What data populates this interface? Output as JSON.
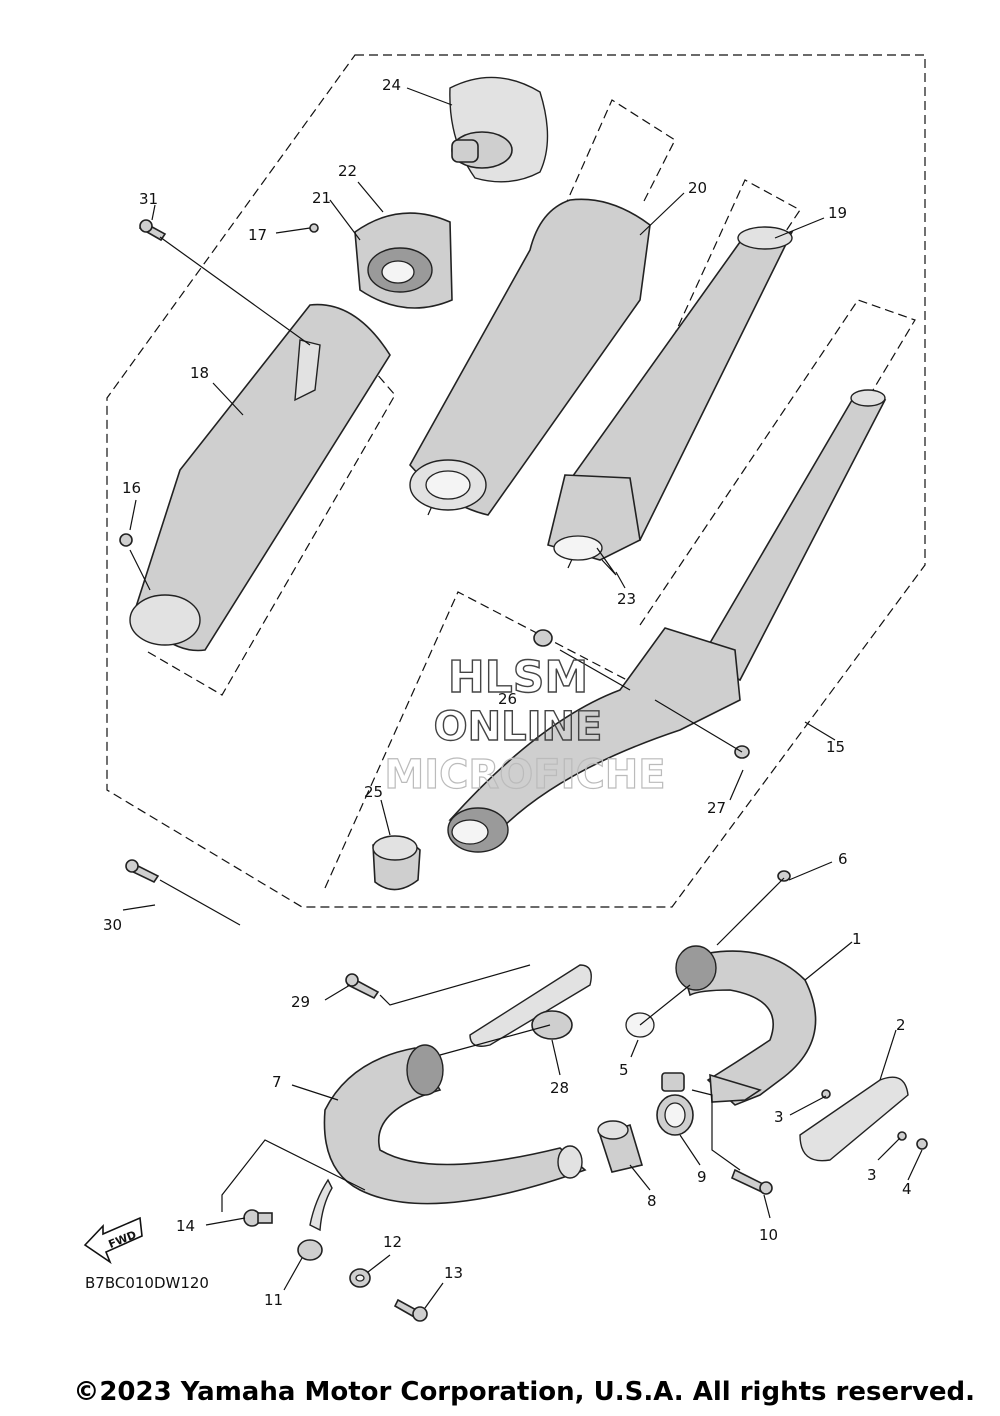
{
  "diagram_code": "B7BC010DW120",
  "fwd_label": "FWD",
  "watermark": [
    "HLSM",
    "ONLINE",
    "MICROFICHE"
  ],
  "copyright": "©2023 Yamaha Motor Corporation, U.S.A. All rights reserved.",
  "callouts": {
    "c1": "1",
    "c2": "2",
    "c3a": "3",
    "c3b": "3",
    "c4": "4",
    "c5": "5",
    "c6": "6",
    "c7": "7",
    "c8": "8",
    "c9": "9",
    "c10": "10",
    "c11": "11",
    "c12": "12",
    "c13": "13",
    "c14": "14",
    "c15": "15",
    "c16": "16",
    "c17": "17",
    "c18": "18",
    "c19": "19",
    "c20": "20",
    "c21": "21",
    "c22": "22",
    "c23": "23",
    "c24": "24",
    "c25": "25",
    "c26": "26",
    "c27": "27",
    "c28": "28",
    "c29": "29",
    "c30": "30",
    "c31": "31"
  }
}
